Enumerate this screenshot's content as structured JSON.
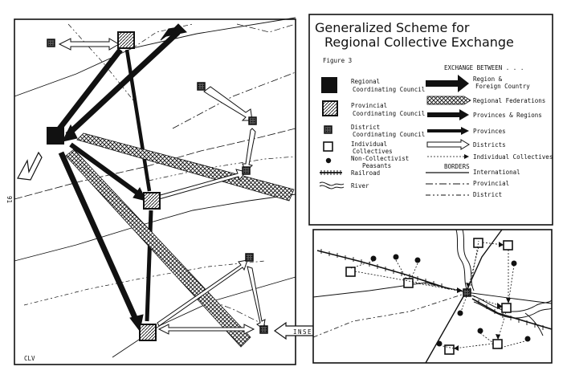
{
  "page_number": "91",
  "credit": "CLV",
  "title": {
    "line1": "Generalized Scheme  for",
    "line2": "Regional Collective  Exchange",
    "figure": "Figure 3"
  },
  "legend": {
    "exchange_heading": "EXCHANGE BETWEEN . . .",
    "borders_heading": "BORDERS",
    "symbols": [
      {
        "key": "regional",
        "label_lines": [
          "Regional",
          "Coordinating Council"
        ]
      },
      {
        "key": "provincial",
        "label_lines": [
          "Provincial",
          "Coordinating Council"
        ]
      },
      {
        "key": "district",
        "label_lines": [
          "District",
          "Coordinating Council"
        ]
      },
      {
        "key": "collective",
        "label_lines": [
          "Individual",
          "Collectives"
        ]
      },
      {
        "key": "peasant",
        "label_lines": [
          "Non-Collectivist",
          "Peasants"
        ]
      },
      {
        "key": "railroad",
        "label_lines": [
          "Railroad"
        ]
      },
      {
        "key": "river",
        "label_lines": [
          "River"
        ]
      }
    ],
    "exchanges": [
      {
        "key": "region-foreign",
        "label_lines": [
          "Region &",
          "Foreign Country"
        ]
      },
      {
        "key": "regional-federations",
        "label_lines": [
          "Regional Federations"
        ]
      },
      {
        "key": "provinces-regions",
        "label_lines": [
          "Provinces & Regions"
        ]
      },
      {
        "key": "provinces",
        "label_lines": [
          "Provinces"
        ]
      },
      {
        "key": "districts",
        "label_lines": [
          "Districts"
        ]
      },
      {
        "key": "individual-collectives",
        "label_lines": [
          "Individual Collectives"
        ]
      }
    ],
    "borders": [
      {
        "key": "international",
        "label": "International"
      },
      {
        "key": "provincial",
        "label": "Provincial"
      },
      {
        "key": "district",
        "label": "District"
      }
    ]
  },
  "inset_label": "INSET",
  "colors": {
    "ink": "#111111",
    "paper": "#ffffff"
  }
}
